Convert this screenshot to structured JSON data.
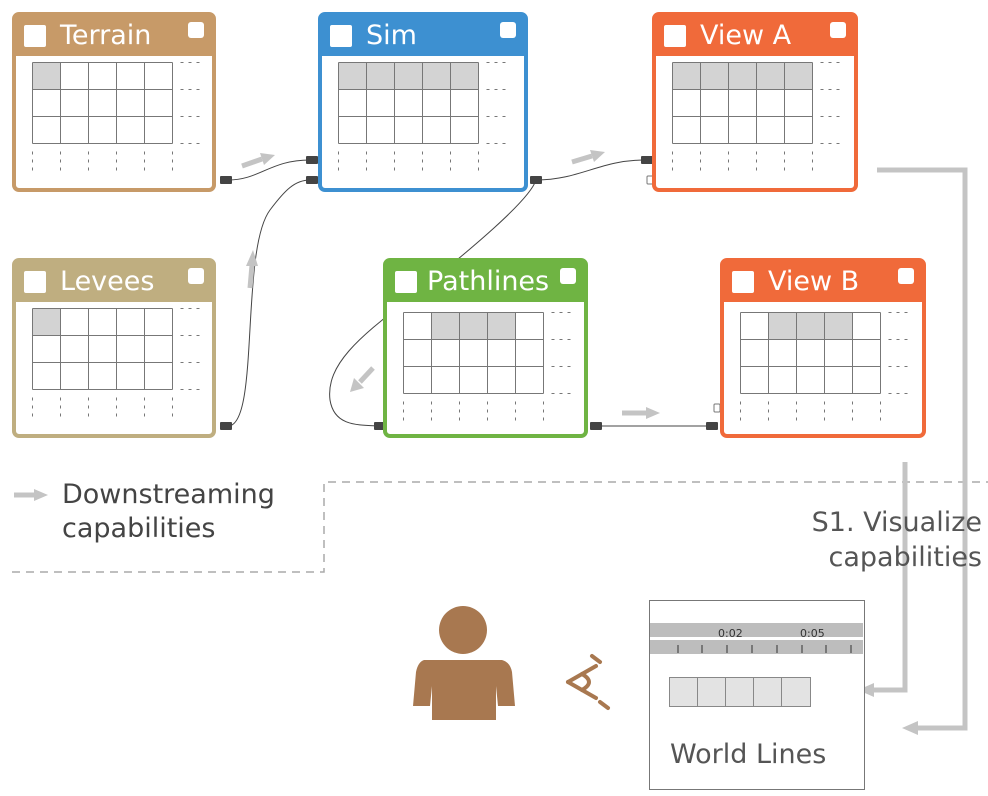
{
  "panels": [
    {
      "id": "terrain",
      "title": "Terrain",
      "icon": "mountain-icon",
      "color": "#c79a68"
    },
    {
      "id": "sim",
      "title": "Sim",
      "icon": "wave-icon",
      "color": "#3d90d1"
    },
    {
      "id": "viewA",
      "title": "View A",
      "icon": "camera-icon",
      "color": "#f06a3a"
    },
    {
      "id": "levees",
      "title": "Levees",
      "icon": "factory-icon",
      "color": "#bfae80"
    },
    {
      "id": "pathlines",
      "title": "Pathlines",
      "icon": "streamlines-icon",
      "color": "#6fb443"
    },
    {
      "id": "viewB",
      "title": "View B",
      "icon": "camera-icon",
      "color": "#f06a3a"
    }
  ],
  "legend": {
    "line1": "Downstreaming",
    "line2": "capabilities"
  },
  "s1": {
    "line1": "S1. Visualize",
    "line2": "capabilities"
  },
  "world_lines": {
    "title": "World Lines",
    "time1": "0:02",
    "time2": "0:05"
  },
  "colors": {
    "arrow": "#bdbdbd",
    "connector": "#444444",
    "user": "#a87850"
  }
}
